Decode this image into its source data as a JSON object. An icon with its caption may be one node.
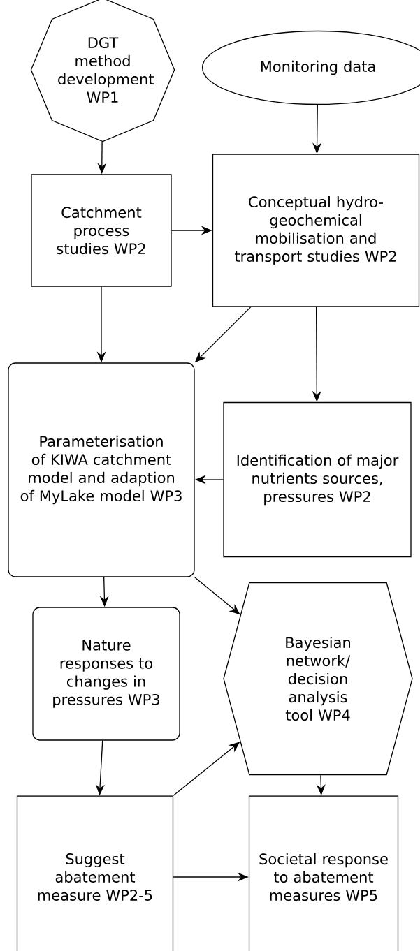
{
  "diagram": {
    "nodes": [
      {
        "text": [
          "DGT method development WP1"
        ]
      },
      {
        "text": [
          "Monitoring data"
        ]
      },
      {
        "text": [
          "Catchment process studies WP2"
        ]
      },
      {
        "text": [
          "Conceptual hydro-geochemical mobilisation and transport studies WP2"
        ]
      },
      {
        "text": [
          "Parameterisation of KIWA catchment model and adaption of MyLake model WP3"
        ]
      },
      {
        "text": [
          "Identification of major nutrients sources, pressures WP2"
        ]
      },
      {
        "text": [
          "Bayesian network/ decision analysis tool WP4"
        ]
      },
      {
        "text": [
          "Nature responses to changes in pressures WP3"
        ]
      },
      {
        "text": [
          "Suggest abatement measure WP2-5"
        ]
      },
      {
        "text": [
          "Societal response to abatement measures WP5"
        ]
      }
    ],
    "edges": [
      {
        "from": 0,
        "to": 2,
        "arrow": "to"
      },
      {
        "from": 1,
        "to": 3,
        "arrow": "to"
      },
      {
        "from": 2,
        "to": 3,
        "arrow": "to"
      },
      {
        "from": 2,
        "to": 4,
        "arrow": "to"
      },
      {
        "from": 3,
        "to": 4,
        "arrow": "to"
      },
      {
        "from": 3,
        "to": 5,
        "arrow": "to"
      },
      {
        "from": 5,
        "to": 4,
        "arrow": "to"
      },
      {
        "from": 4,
        "to": 6,
        "arrow": "to"
      },
      {
        "from": 4,
        "to": 7,
        "arrow": "to"
      },
      {
        "from": 7,
        "to": 8,
        "arrow": "to"
      },
      {
        "from": 8,
        "to": 6,
        "arrow": "to"
      },
      {
        "from": 6,
        "to": 9,
        "arrow": "to"
      },
      {
        "from": 8,
        "to": 9,
        "arrow": "to"
      }
    ]
  }
}
